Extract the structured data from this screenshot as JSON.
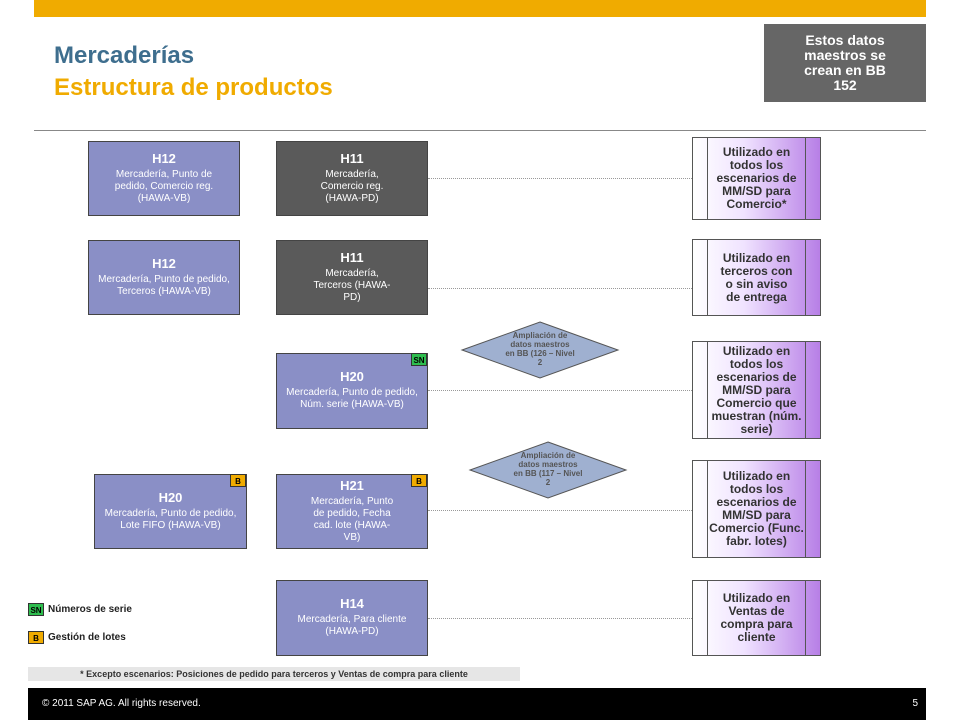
{
  "title": {
    "line1": "Mercaderías",
    "line2": "Estructura de productos"
  },
  "note": "Estos datos maestros se crean en BB 152",
  "left_boxes": [
    {
      "code": "H12",
      "desc": "Mercadería, Punto de pedido, Comercio reg. (HAWA-VB)"
    },
    {
      "code": "H12",
      "desc": "Mercadería, Punto de pedido, Terceros (HAWA-VB)"
    },
    {
      "code": "H20",
      "desc": "Mercadería, Punto de pedido, Lote FIFO (HAWA-VB)",
      "badge": "B"
    }
  ],
  "mid_boxes": [
    {
      "code": "H11",
      "desc": "Mercadería, Comercio reg. (HAWA-PD)"
    },
    {
      "code": "H11",
      "desc": "Mercadería, Terceros (HAWA-PD)"
    },
    {
      "code": "H20",
      "desc": "Mercadería, Punto de pedido, Núm. serie (HAWA-VB)",
      "badge": "SN"
    },
    {
      "code": "H21",
      "desc": "Mercadería, Punto de pedido, Fecha cad. lote (HAWA-VB)",
      "badge": "B"
    },
    {
      "code": "H14",
      "desc": "Mercadería, Para cliente (HAWA-PD)"
    }
  ],
  "right_boxes": [
    "Utilizado en todos los escenarios de MM/SD para Comercio*",
    "Utilizado en terceros con o sin aviso de entrega",
    "Utilizado en todos los escenarios de MM/SD para Comercio que muestran (núm. serie)",
    "Utilizado en todos los escenarios de MM/SD para Comercio (Func. fabr. lotes)",
    "Utilizado en Ventas de compra para cliente"
  ],
  "diamonds": [
    "Ampliación de datos maestros en BB (126 – Nivel 2",
    "Ampliación de datos maestros en BB (117 – Nivel 2"
  ],
  "legend": [
    {
      "badge": "SN",
      "label": "Números de serie"
    },
    {
      "badge": "B",
      "label": "Gestión de lotes"
    }
  ],
  "footnote": "* Excepto escenarios: Posiciones de pedido para terceros y Ventas de compra para cliente",
  "footer": {
    "copyright": "© 2011 SAP AG. All rights reserved.",
    "page": "5"
  },
  "colors": {
    "accent": "#f0ab00",
    "title": "#3e6e8e",
    "box_blue": "#8a8fc6",
    "box_gray": "#5a5a5a",
    "sn_green": "#2ebd4e"
  }
}
